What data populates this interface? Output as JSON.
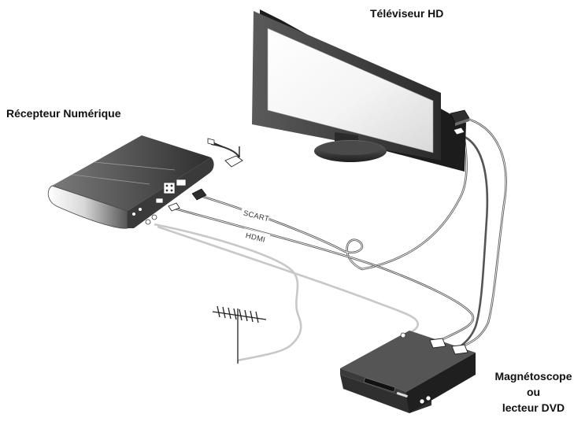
{
  "labels": {
    "tv": "Téléviseur HD",
    "receiver": "Récepteur Numérique",
    "vcr_line1": "Magnétoscope",
    "vcr_line2": "ou",
    "vcr_line3": "lecteur DVD"
  },
  "cables": {
    "scart": "SCART",
    "hdmi": "HDMI"
  },
  "colors": {
    "cable_dark": "#555555",
    "cable_light": "#c8c8c8",
    "tv_bezel": "#3a3a3a",
    "device_dark": "#2f2f2f"
  }
}
